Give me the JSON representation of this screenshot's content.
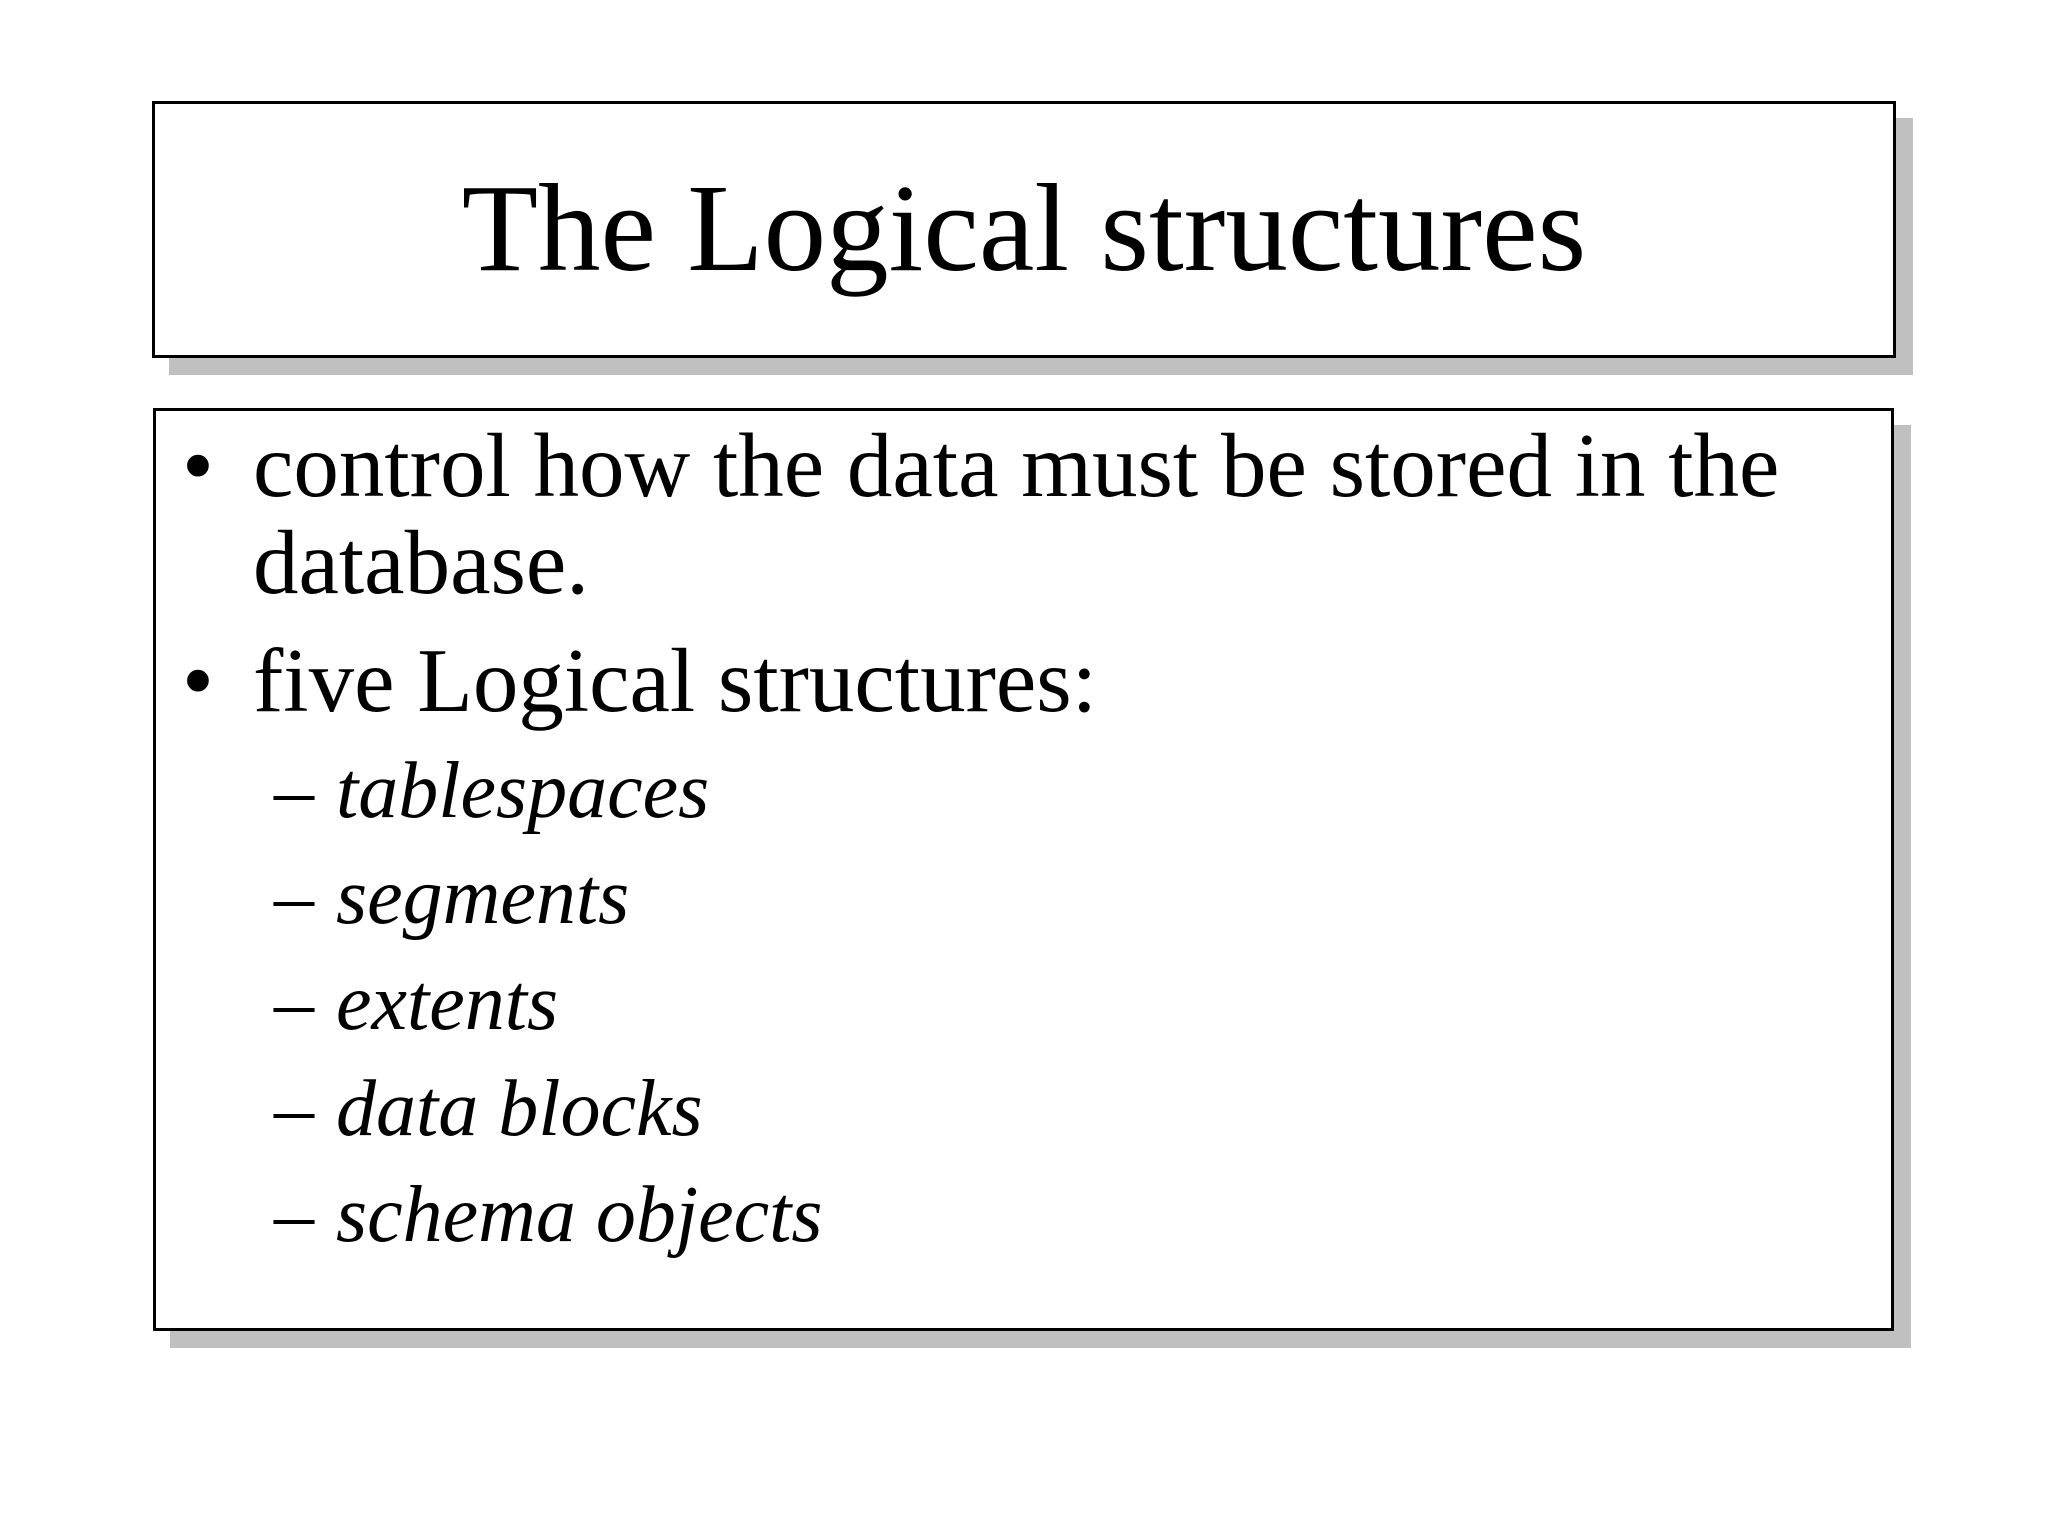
{
  "slide": {
    "title": "The Logical structures",
    "bullets": [
      {
        "level": 1,
        "marker": "•",
        "text": "control how the data must be stored in the database."
      },
      {
        "level": 1,
        "marker": "•",
        "text": "five Logical structures:"
      },
      {
        "level": 2,
        "marker": "–",
        "text": "tablespaces"
      },
      {
        "level": 2,
        "marker": "–",
        "text": "segments"
      },
      {
        "level": 2,
        "marker": "–",
        "text": "extents"
      },
      {
        "level": 2,
        "marker": "–",
        "text": "data blocks"
      },
      {
        "level": 2,
        "marker": "–",
        "text": "schema objects"
      }
    ],
    "colors": {
      "background": "#ffffff",
      "box_background": "#ffffff",
      "text": "#000000",
      "border": "#000000",
      "shadow": "#c0c0c0"
    }
  }
}
